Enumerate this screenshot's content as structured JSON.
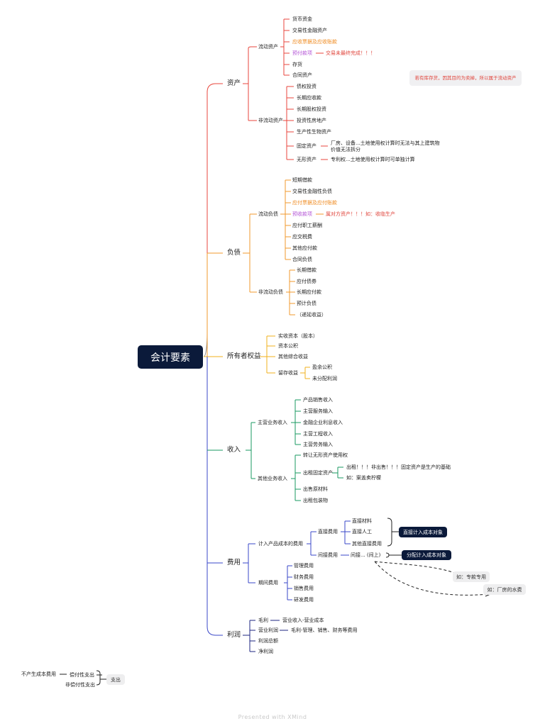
{
  "root": "会计要素",
  "colors": {
    "asset": "#e8463c",
    "liability": "#f19a2c",
    "equity": "#f1b11e",
    "income": "#1a9a61",
    "expense": "#3a47c8",
    "profit": "#1d2480",
    "dark_box": "#0b1a3a",
    "note_text": "#e0453c",
    "highlight_orange": "#ef8a1f",
    "highlight_purple": "#b455d6"
  },
  "assets": {
    "label": "资产",
    "current": {
      "label": "流动资产",
      "items": [
        "货币资金",
        "交易性金融资产",
        "应收票据及应收账款",
        "预付款项",
        "存货",
        "合同资产"
      ],
      "prepaid_note": "交易未最终完成！！！"
    },
    "noncurrent": {
      "label": "非流动资产",
      "items": [
        "债权投资",
        "长期应收款",
        "长期股权投资",
        "投资性房地产",
        "生产性生物资产",
        "固定资产",
        "无形资产"
      ],
      "fixed_note": "厂房、设备...土地使用权计算时无法与其上建筑物价值无法拆分",
      "intangible_note": "专利权...土地使用权计算时可单独计算"
    },
    "side_note": "若有库存货，因其目的为卖掉，所以属于流动资产"
  },
  "liabilities": {
    "label": "负债",
    "current": {
      "label": "流动负债",
      "items": [
        "短期借款",
        "交易性金融性负债",
        "应付票据及应付账款",
        "预收款项",
        "应付职工薪酬",
        "应交税费",
        "其他应付款",
        "合同负债"
      ],
      "advance_note": "属对方资产！！！如：收临生产"
    },
    "noncurrent": {
      "label": "非流动负债",
      "items": [
        "长期借款",
        "应付债券",
        "长期应付款",
        "预计负债",
        "（递延收益）"
      ]
    }
  },
  "equity": {
    "label": "所有者权益",
    "items": [
      "实收资本（股本）",
      "资本公积",
      "其他综合收益",
      "留存收益"
    ],
    "retained": [
      "盈余公积",
      "未分配利润"
    ]
  },
  "income": {
    "label": "收入",
    "main": {
      "label": "主营业务收入",
      "items": [
        "产品销售收入",
        "主营服务输入",
        "金融企业利息收入",
        "主营工程收入",
        "主营劳务输入"
      ]
    },
    "other": {
      "label": "其他业务收入",
      "items": [
        "转让无形资产使用权",
        "出租固定资产",
        "出售原材料",
        "出租包装物"
      ],
      "rent_notes": [
        "出租！！！非出售！！！固定资产是生产的基础",
        "如：案盖卖柠檬"
      ]
    }
  },
  "expense": {
    "label": "费用",
    "product_cost": {
      "label": "计入产品成本的费用",
      "direct": {
        "label": "直接费用",
        "items": [
          "直接材料",
          "直接人工",
          "其他直接费用"
        ],
        "box": "直接计入成本对象"
      },
      "indirect": {
        "label": "间接费用",
        "detail": "间接... (间上)",
        "box": "分配计入成本对象",
        "callout_1": "如：专款专用",
        "callout_2": "如：厂房的水费"
      }
    },
    "period": {
      "label": "期间费用",
      "items": [
        "管理费用",
        "财务费用",
        "销售费用",
        "研发费用"
      ]
    }
  },
  "profit": {
    "label": "利润",
    "items": [
      "毛利",
      "营业利润",
      "利润总额",
      "净利润"
    ],
    "gross_note": "营业收入-营业成本",
    "operating_note": "毛利-管理、销售、财务等费用"
  },
  "spending": {
    "label": "支出",
    "a": "不产生成本费用",
    "b": "偿付性支出",
    "c": "非偿付性支出"
  },
  "footer": "Presented with XMind"
}
